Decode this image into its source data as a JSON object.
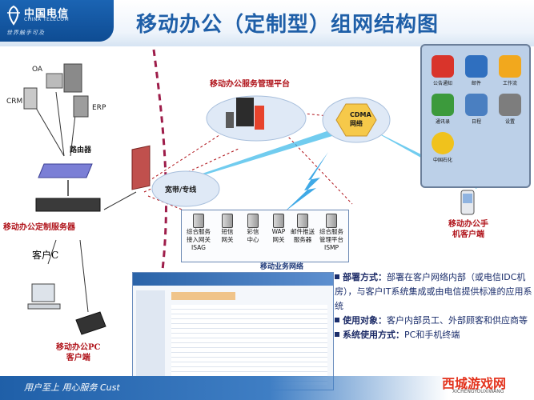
{
  "header": {
    "logo_cn": "中国电信",
    "logo_en": "CHINA TELECOM",
    "logo_tag": "世界触手可及",
    "title": "移动办公（定制型）组网结构图"
  },
  "enterprise": {
    "oa": "OA",
    "crm": "CRM",
    "erp": "ERP",
    "router": "路由器",
    "custom_server": "移动办公定制服务器",
    "client_c": "客户C",
    "pc_client": "移动办公PC\n客户端"
  },
  "cloud": {
    "platform": "移动办公服务管理平台",
    "broadband": "宽带/专线",
    "cdma": "CDMA\n网络"
  },
  "services": {
    "items": [
      {
        "label": "综合服务\n接入网关\nISAG"
      },
      {
        "label": "短信\n网关"
      },
      {
        "label": "彩信\n中心"
      },
      {
        "label": "WAP\n网关"
      },
      {
        "label": "邮件推送\n服务器"
      },
      {
        "label": "综合服务\n管理平台\nISMP"
      }
    ],
    "network_label": "移动业务网络"
  },
  "mobile": {
    "client_label": "移动办公手\n机客户端",
    "apps": [
      {
        "label": "公告通知",
        "color": "#d9342b"
      },
      {
        "label": "邮件",
        "color": "#2f6fbf"
      },
      {
        "label": "工作流",
        "color": "#f2a81d"
      },
      {
        "label": "通讯录",
        "color": "#3c9a3c"
      },
      {
        "label": "日程",
        "color": "#4a7fc1"
      },
      {
        "label": "设置",
        "color": "#7d7d7d"
      },
      {
        "label": "中国石化",
        "color": "#f0c21c"
      }
    ]
  },
  "bullets": [
    {
      "title": "部署方式：",
      "text": "部署在客户网络内部（或电信IDC机房），与客户IT系统集成或由电信提供标准的应用系统"
    },
    {
      "title": "使用对象：",
      "text": "客户内部员工、外部顾客和供应商等"
    },
    {
      "title": "系统使用方式：",
      "text": "PC和手机终端"
    }
  ],
  "footer": {
    "text": "用户至上  用心服务  Cust"
  },
  "watermark": {
    "text": "西城游戏网",
    "sub": "XICHENGYOUXIWANG"
  }
}
